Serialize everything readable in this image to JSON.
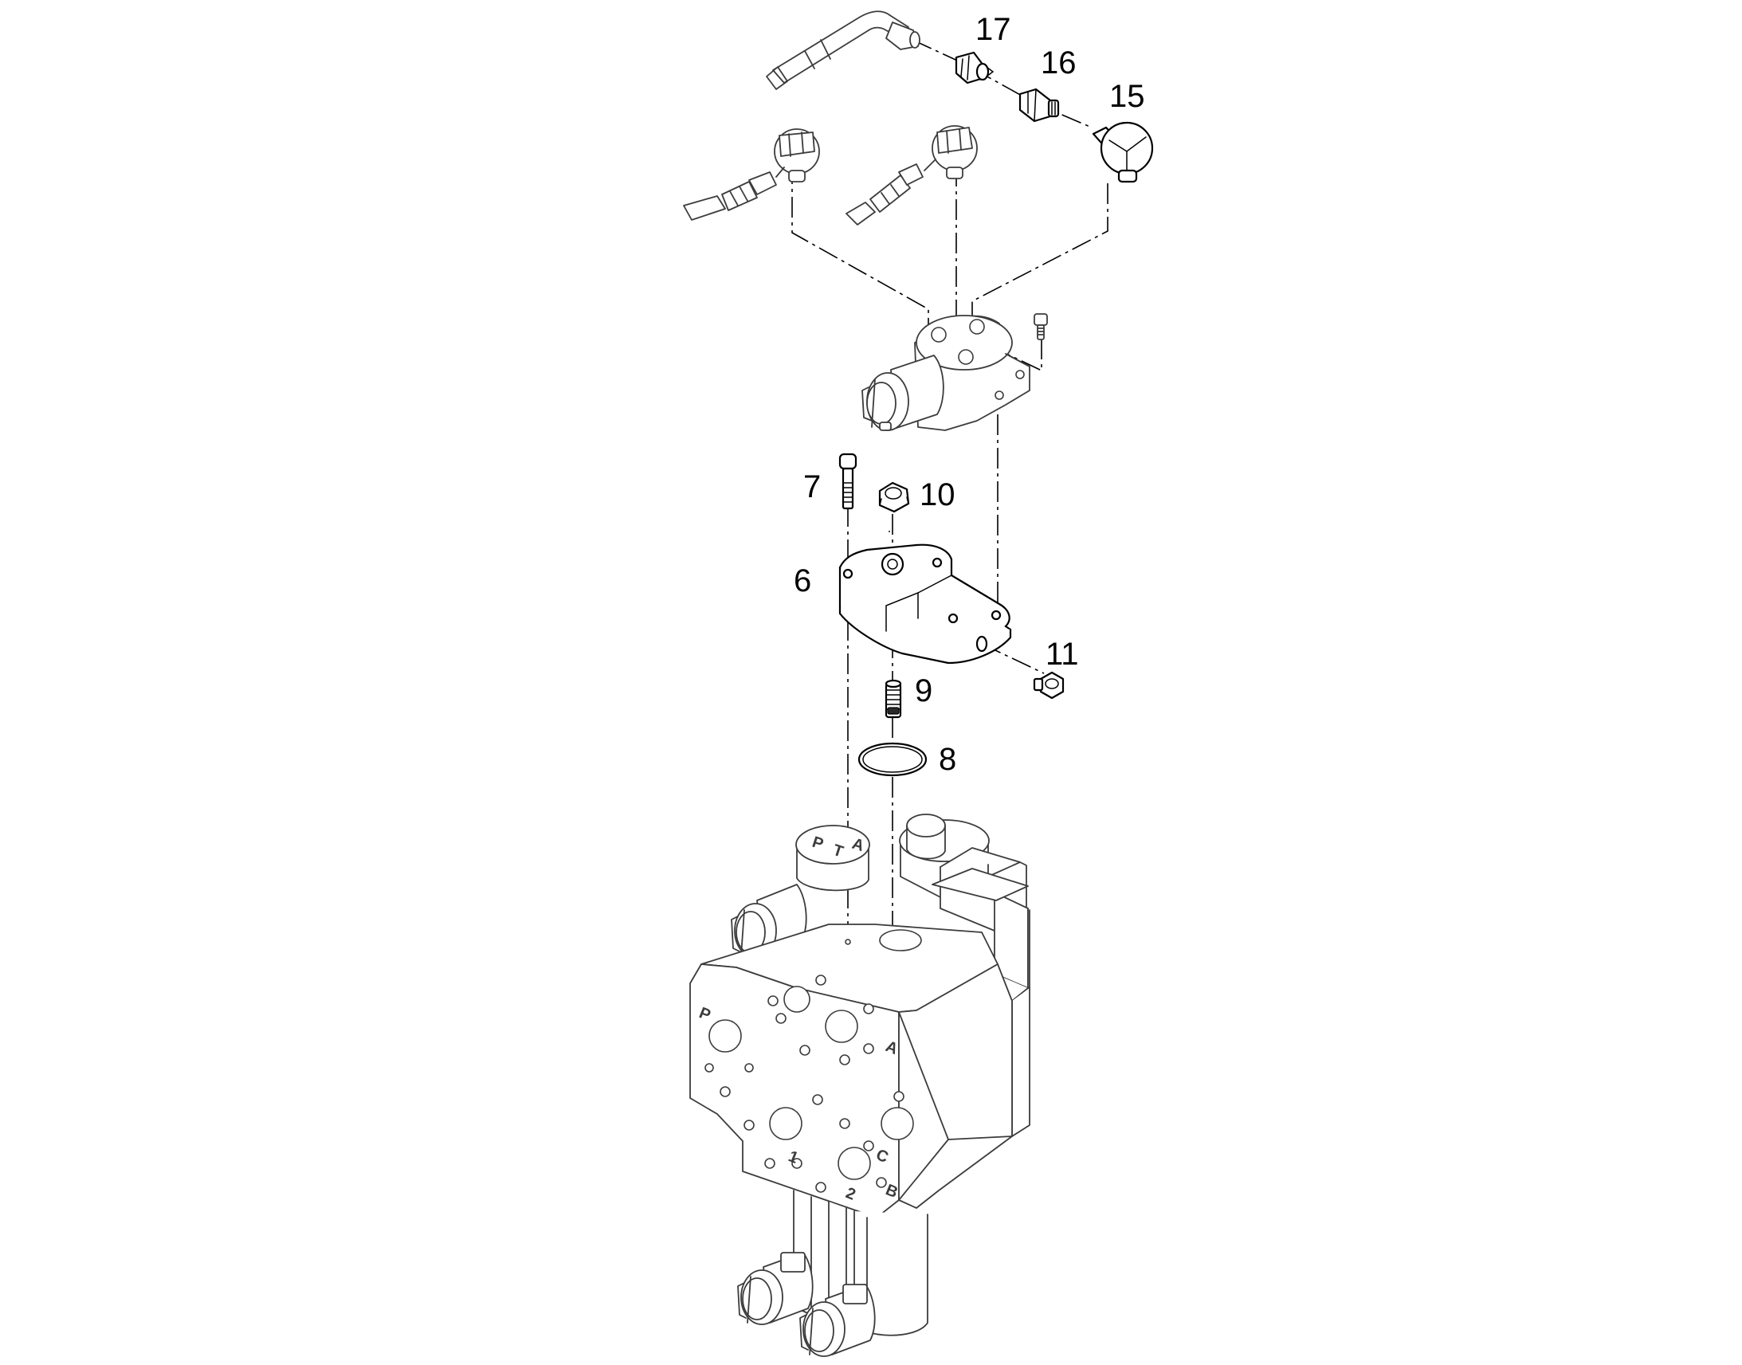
{
  "diagram": {
    "callouts": [
      "17",
      "16",
      "15",
      "7",
      "10",
      "6",
      "11",
      "9",
      "8"
    ],
    "port_markings": [
      "A",
      "C",
      "B",
      "1",
      "2",
      "P"
    ],
    "colors": {
      "line": "#000000",
      "ghost_line": "#3c3c3c",
      "background": "#ffffff"
    }
  }
}
